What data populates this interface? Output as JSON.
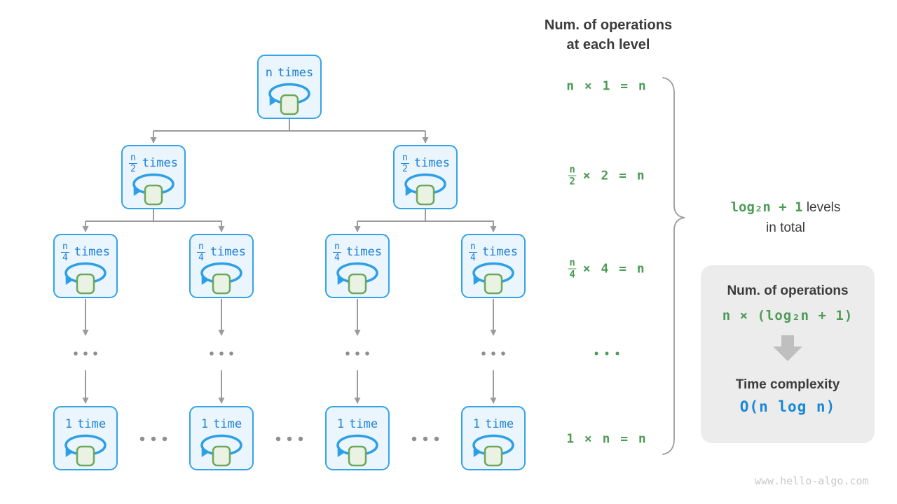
{
  "header": {
    "line1": "Num. of operations",
    "line2": "at each level"
  },
  "tree": {
    "level1": {
      "label": "n",
      "word": "times"
    },
    "level2": {
      "num": "n",
      "den": "2",
      "word": "times"
    },
    "level3": {
      "num": "n",
      "den": "4",
      "word": "times"
    },
    "level4": {
      "label": "1",
      "word": "time"
    }
  },
  "operations": {
    "row1": {
      "text": "n × 1 = n"
    },
    "row2": {
      "num": "n",
      "den": "2",
      "rest": "× 2 = n"
    },
    "row3": {
      "num": "n",
      "den": "4",
      "rest": "× 4 = n"
    },
    "row5": {
      "text": "1 × n = n"
    }
  },
  "brace_label": {
    "formula": "log₂n + 1",
    "suffix": " levels",
    "line2": "in total"
  },
  "panel": {
    "title": "Num. of operations",
    "formula": "n × (log₂n + 1)",
    "subtitle": "Time complexity",
    "complexity": "O(n log n)"
  },
  "watermark": "www.hello-algo.com",
  "colors": {
    "node_border_blue": "#36a3e9",
    "node_fill_blue": "#eaf5fd",
    "node_text_blue": "#1b7fd6",
    "loop_square_fill": "#eaf2e3",
    "loop_square_border": "#6ea75b",
    "green_text": "#4d9b55",
    "connector_gray": "#9b9b9b",
    "dark_text": "#3b3b3b",
    "panel_bg": "#ececec",
    "complexity_blue": "#1787d8"
  }
}
